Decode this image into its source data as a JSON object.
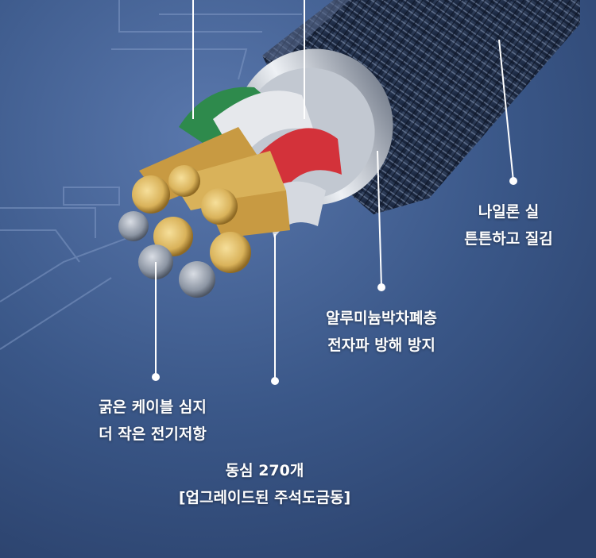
{
  "labels": {
    "nylon": {
      "line1": "나일론 실",
      "line2": "튼튼하고 질김"
    },
    "foil": {
      "line1": "알루미늄박차폐층",
      "line2": "전자파 방해 방지"
    },
    "core": {
      "line1": "굵은 케이블 심지",
      "line2": "더 작은 전기저항"
    },
    "copper": {
      "line1": "동심 270개",
      "line2": "[업그레이드된 주석도금동]"
    }
  },
  "colors": {
    "background": "#3a5788",
    "braid": "#1e2c46",
    "foil": "#c9ced6",
    "wire_green": "#2e8a4c",
    "wire_white": "#e6e8ec",
    "wire_red": "#d3323a",
    "copper": "#d9b25a"
  }
}
